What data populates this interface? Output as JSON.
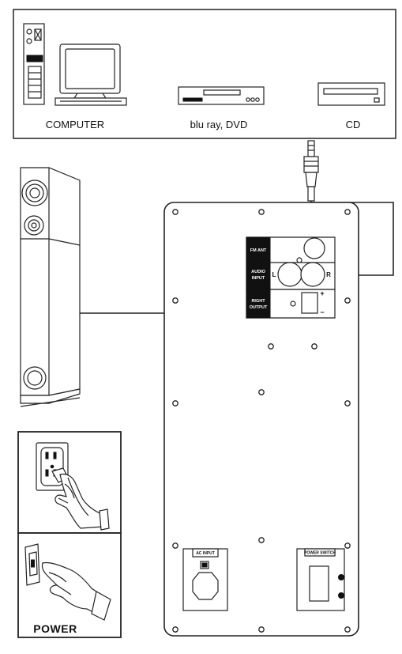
{
  "sources": {
    "computer_label": "COMPUTER",
    "bluray_label": "blu ray, DVD",
    "cd_label": "CD"
  },
  "panel": {
    "fm_ant_label": "FM ANT",
    "audio_input_line1": "AUDIO",
    "audio_input_line2": "INPUT",
    "left_channel": "L",
    "right_channel": "R",
    "right_output_line1": "RIGHT",
    "right_output_line2": "OUTPUT",
    "plus_sign": "+",
    "minus_sign": "−",
    "ac_input_label": "AC INPUT",
    "power_switch_label": "POWER SWITCH"
  },
  "steps": {
    "power_label": "POWER"
  }
}
